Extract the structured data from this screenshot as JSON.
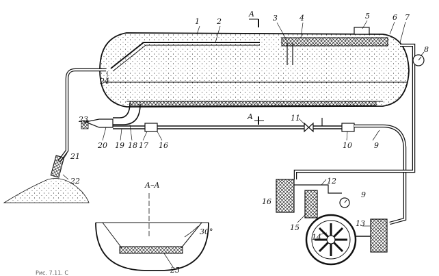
{
  "labels": {
    "n1": "1",
    "n2": "2",
    "n3": "3",
    "n4": "4",
    "n5": "5",
    "n6": "6",
    "n7": "7",
    "n8": "8",
    "n9a": "9",
    "n9b": "9",
    "n10": "10",
    "n11": "11",
    "n12": "12",
    "n13": "13",
    "n14": "14",
    "n15": "15",
    "n16a": "16",
    "n16b": "16",
    "n17": "17",
    "n18": "18",
    "n19": "19",
    "n20": "20",
    "n21": "21",
    "n22": "22",
    "n23": "23",
    "n24": "24",
    "n25": "25"
  },
  "section": {
    "top_label": "A",
    "mid_label": "A",
    "title": "A–A",
    "angle": "30°"
  },
  "caption_fragment": "Рис. 7.11. С"
}
